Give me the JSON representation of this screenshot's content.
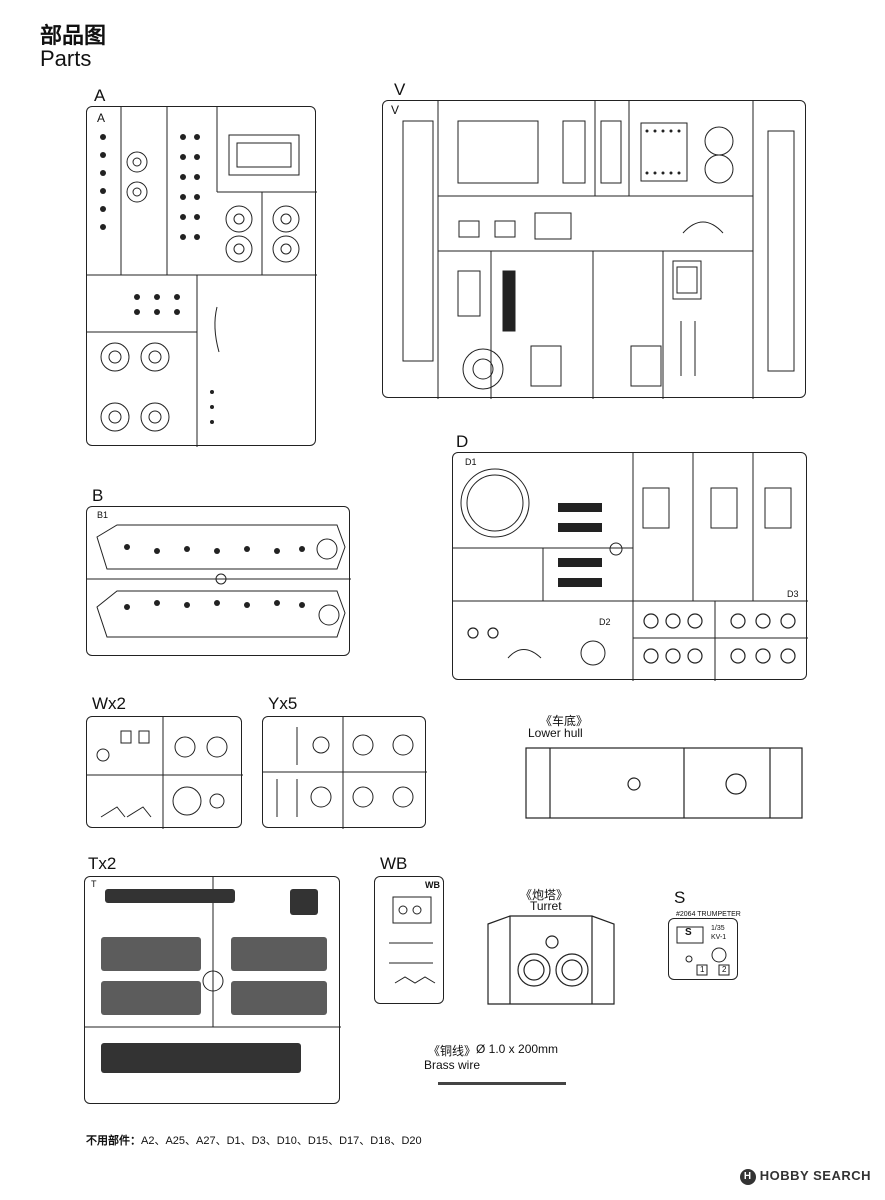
{
  "header": {
    "title_cn": "部品图",
    "title_en": "Parts"
  },
  "sprues": {
    "A": "A",
    "V": "V",
    "D": "D",
    "B": "B",
    "W": "Wx2",
    "Y": "Yx5",
    "T": "Tx2",
    "WB": "WB",
    "S": "S",
    "A_tag": "A",
    "V_tag": "V",
    "D1": "D1",
    "D2": "D2",
    "D3": "D3",
    "B1": "B1",
    "T_tag": "T",
    "WB_tag": "WB",
    "S_tag": "S",
    "S_plate": "#2064 TRUMPETER",
    "S_scale": "1/35",
    "S_model": "KV-1",
    "S_n1": "1",
    "S_n2": "2"
  },
  "labels": {
    "lower_hull_cn": "《车底》",
    "lower_hull_en": "Lower hull",
    "turret_cn": "《炮塔》",
    "turret_en": "Turret",
    "brass_cn": "《铜线》",
    "brass_spec": "Ø 1.0 x 200mm",
    "brass_en": "Brass wire"
  },
  "unused": {
    "label": "不用部件：",
    "parts": "A2、A25、A27、D1、D3、D10、D15、D17、D18、D20"
  },
  "watermark": {
    "text": "HOBBY SEARCH",
    "logo": "H"
  }
}
